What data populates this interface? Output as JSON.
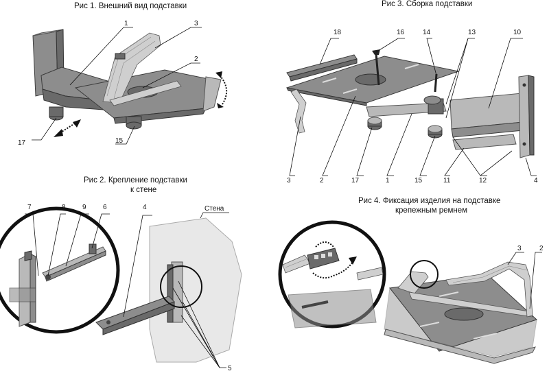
{
  "fig1": {
    "title": "Рис 1.   Внешний вид подставки",
    "labels": [
      "1",
      "3",
      "2",
      "17",
      "15"
    ]
  },
  "fig2": {
    "title_line1": "Рис 2.   Крепление подставки",
    "title_line2": "к стене",
    "wall_label": "Стена",
    "labels": [
      "7",
      "8",
      "9",
      "6",
      "4",
      "5"
    ]
  },
  "fig3": {
    "title": "Рис 3.  Сборка подставки",
    "labels": [
      "18",
      "16",
      "14",
      "13",
      "10",
      "3",
      "2",
      "17",
      "1",
      "15",
      "11",
      "12",
      "4"
    ]
  },
  "fig4": {
    "title_line1": "Рис 4.  Фиксация изделия на подставке",
    "title_line2": "крепежным ремнем",
    "labels": [
      "3",
      "2"
    ]
  }
}
